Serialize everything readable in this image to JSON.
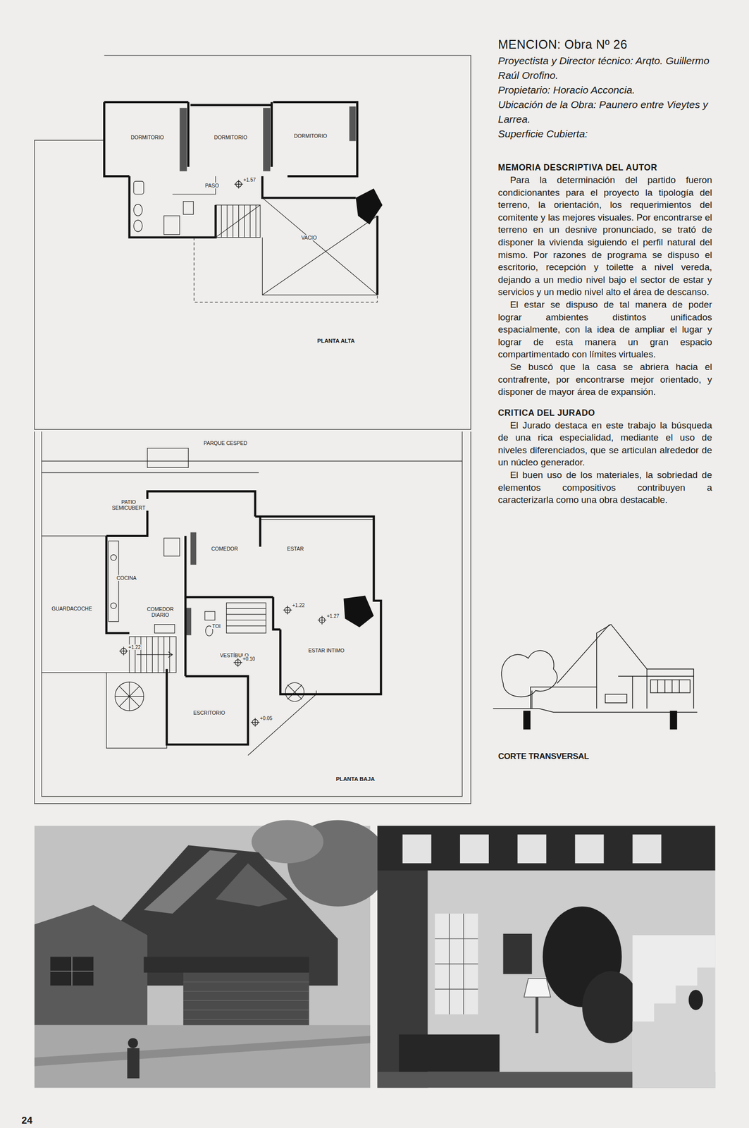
{
  "diagram": {
    "title": "MENCION: Obra Nº 26",
    "nodes": [
      {
        "text": [
          "PLANTA ALTA"
        ]
      },
      {
        "text": [
          "DORMITORIO"
        ],
        "in": 0
      },
      {
        "text": [
          "DORMITORIO"
        ],
        "in": 0
      },
      {
        "text": [
          "DORMITORIO"
        ],
        "in": 0
      },
      {
        "text": [
          "PASO"
        ],
        "in": 0
      },
      {
        "text": [
          "VACIO"
        ],
        "in": 0
      },
      {
        "text": [
          "PLANTA BAJA"
        ]
      },
      {
        "text": [
          "PATIO SEMICUBERT"
        ],
        "in": 6
      },
      {
        "text": [
          "COMEDOR"
        ],
        "in": 6
      },
      {
        "text": [
          "ESTAR"
        ],
        "in": 6
      },
      {
        "text": [
          "COCINA"
        ],
        "in": 6
      },
      {
        "text": [
          "GUARDACOCHE"
        ],
        "in": 6
      },
      {
        "text": [
          "COMEDOR DIARIO"
        ],
        "in": 6
      },
      {
        "text": [
          "TOI"
        ],
        "in": 6
      },
      {
        "text": [
          "VESTÍBULO"
        ],
        "in": 6
      },
      {
        "text": [
          "ESTAR INTIMO"
        ],
        "in": 6
      },
      {
        "text": [
          "ESCRITORIO"
        ],
        "in": 6
      }
    ],
    "labels": [
      "Proyectista y Director técnico: Arqto. Guillermo Raúl Orofino.",
      "Propietario: Horacio Acconcia.",
      "Ubicación de la Obra: Paunero entre Vieytes y Larrea.",
      "Superficie Cubierta:",
      "MEMORIA DESCRIPTIVA DEL AUTOR",
      "Para la determinación del partido fueron condicionantes para el proyecto la tipología del terreno, la orientación, los requerimientos del comitente y las mejores visuales. Por encontrarse el terreno en un desnive pronunciado, se trató de disponer la vivienda siguiendo el perfil natural del mismo. Por razones de programa se dispuso el escritorio, recepción y toilette a nivel vereda, dejando a un medio nivel bajo el sector de estar y servicios y un medio nivel alto el área de descanso.",
      "El estar se dispuso de tal manera de poder lograr ambientes distintos unificados espacialmente, con la idea de ampliar el lugar y lograr de esta manera un gran espacio compartimentado con límites virtuales.",
      "Se buscó que la casa se abriera hacia el contrafrente, por encontrarse mejor orientado, y disponer de mayor área de expansión.",
      "CRITICA DEL JURADO",
      "El Jurado destaca en este trabajo la búsqueda de una rica especialidad, mediante el uso de niveles diferenciados, que se articulan alrededor de un núcleo generador.",
      "El buen uso de los materiales, la sobriedad de elementos compositivos contribuyen a caracterizarla como una obra destacable.",
      "+1.57",
      "PARQUE CESPED",
      "+1.22",
      "+1.27",
      "+1.22",
      "+0.10",
      "+0.05",
      "CORTE TRANSVERSAL",
      "24"
    ]
  }
}
